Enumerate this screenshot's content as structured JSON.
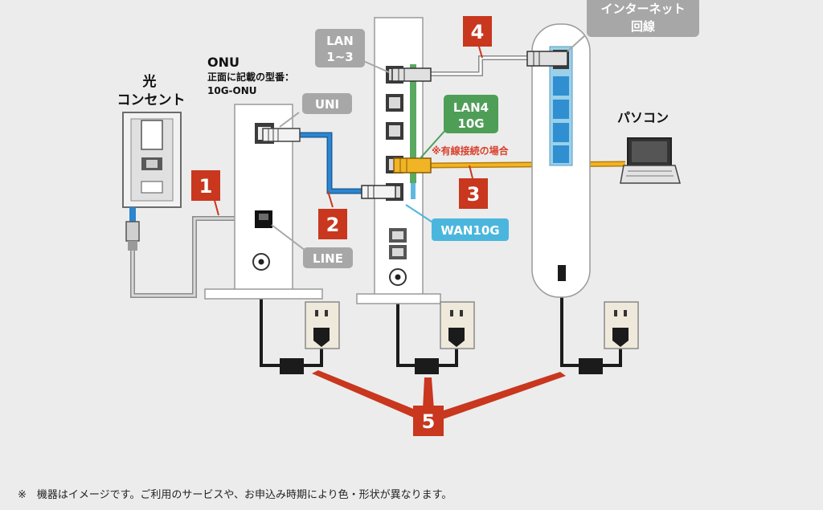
{
  "colors": {
    "accent_red": "#c8371e",
    "gray_tag": "#a7a7a7",
    "green_tag": "#4f9e57",
    "blue_tag": "#4bb6dd",
    "lan_blue_cable": "#2b86cf",
    "yellow_cable": "#e9a91b",
    "red_text": "#d9412c",
    "background": "#ececec"
  },
  "labels": {
    "hikari_line1": "光",
    "hikari_line2": "コンセント",
    "onu_title": "ONU",
    "onu_model_caption": "正面に記載の型番：",
    "onu_model": "10G-ONU",
    "uni": "UNI",
    "line": "LINE",
    "lan13_line1": "LAN",
    "lan13_line2": "1~3",
    "lan4_line1": "LAN4",
    "lan4_line2": "10G",
    "wired_note": "※有線接続の場合",
    "wan10g": "WAN10G",
    "pc": "パソコン",
    "internet_line1": "インターネット",
    "internet_line2": "回線"
  },
  "steps": [
    "1",
    "2",
    "3",
    "4",
    "5"
  ],
  "icons": [
    "optical-outlet-icon",
    "onu-device-icon",
    "router-device-icon",
    "switch-device-icon",
    "laptop-icon",
    "power-outlet-icon",
    "ac-adapter-icon",
    "rj45-plug-icon"
  ],
  "footnote": "※　機器はイメージです。ご利用のサービスや、お申込み時期により色・形状が異なります。"
}
